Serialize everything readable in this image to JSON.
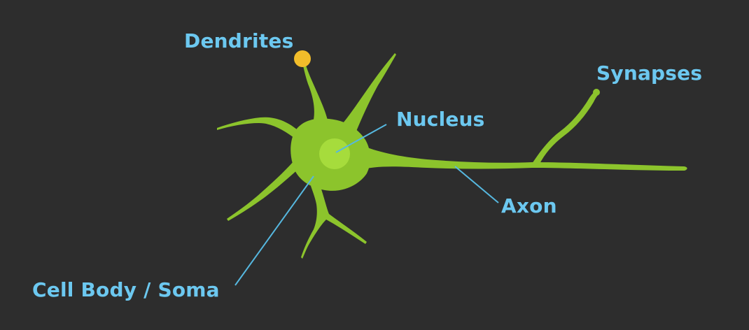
{
  "labels": {
    "dendrites": "Dendrites",
    "synapses": "Synapses",
    "nucleus": "Nucleus",
    "axon": "Axon",
    "cell_body": "Cell Body / Soma"
  },
  "colors": {
    "background": "#2d2d2d",
    "neuron": "#8cc42c",
    "nucleus": "#a6dc3c",
    "label": "#6cc8f0",
    "leader_line": "#56b8e0",
    "dendrite_tip": "#f2bd2a"
  }
}
